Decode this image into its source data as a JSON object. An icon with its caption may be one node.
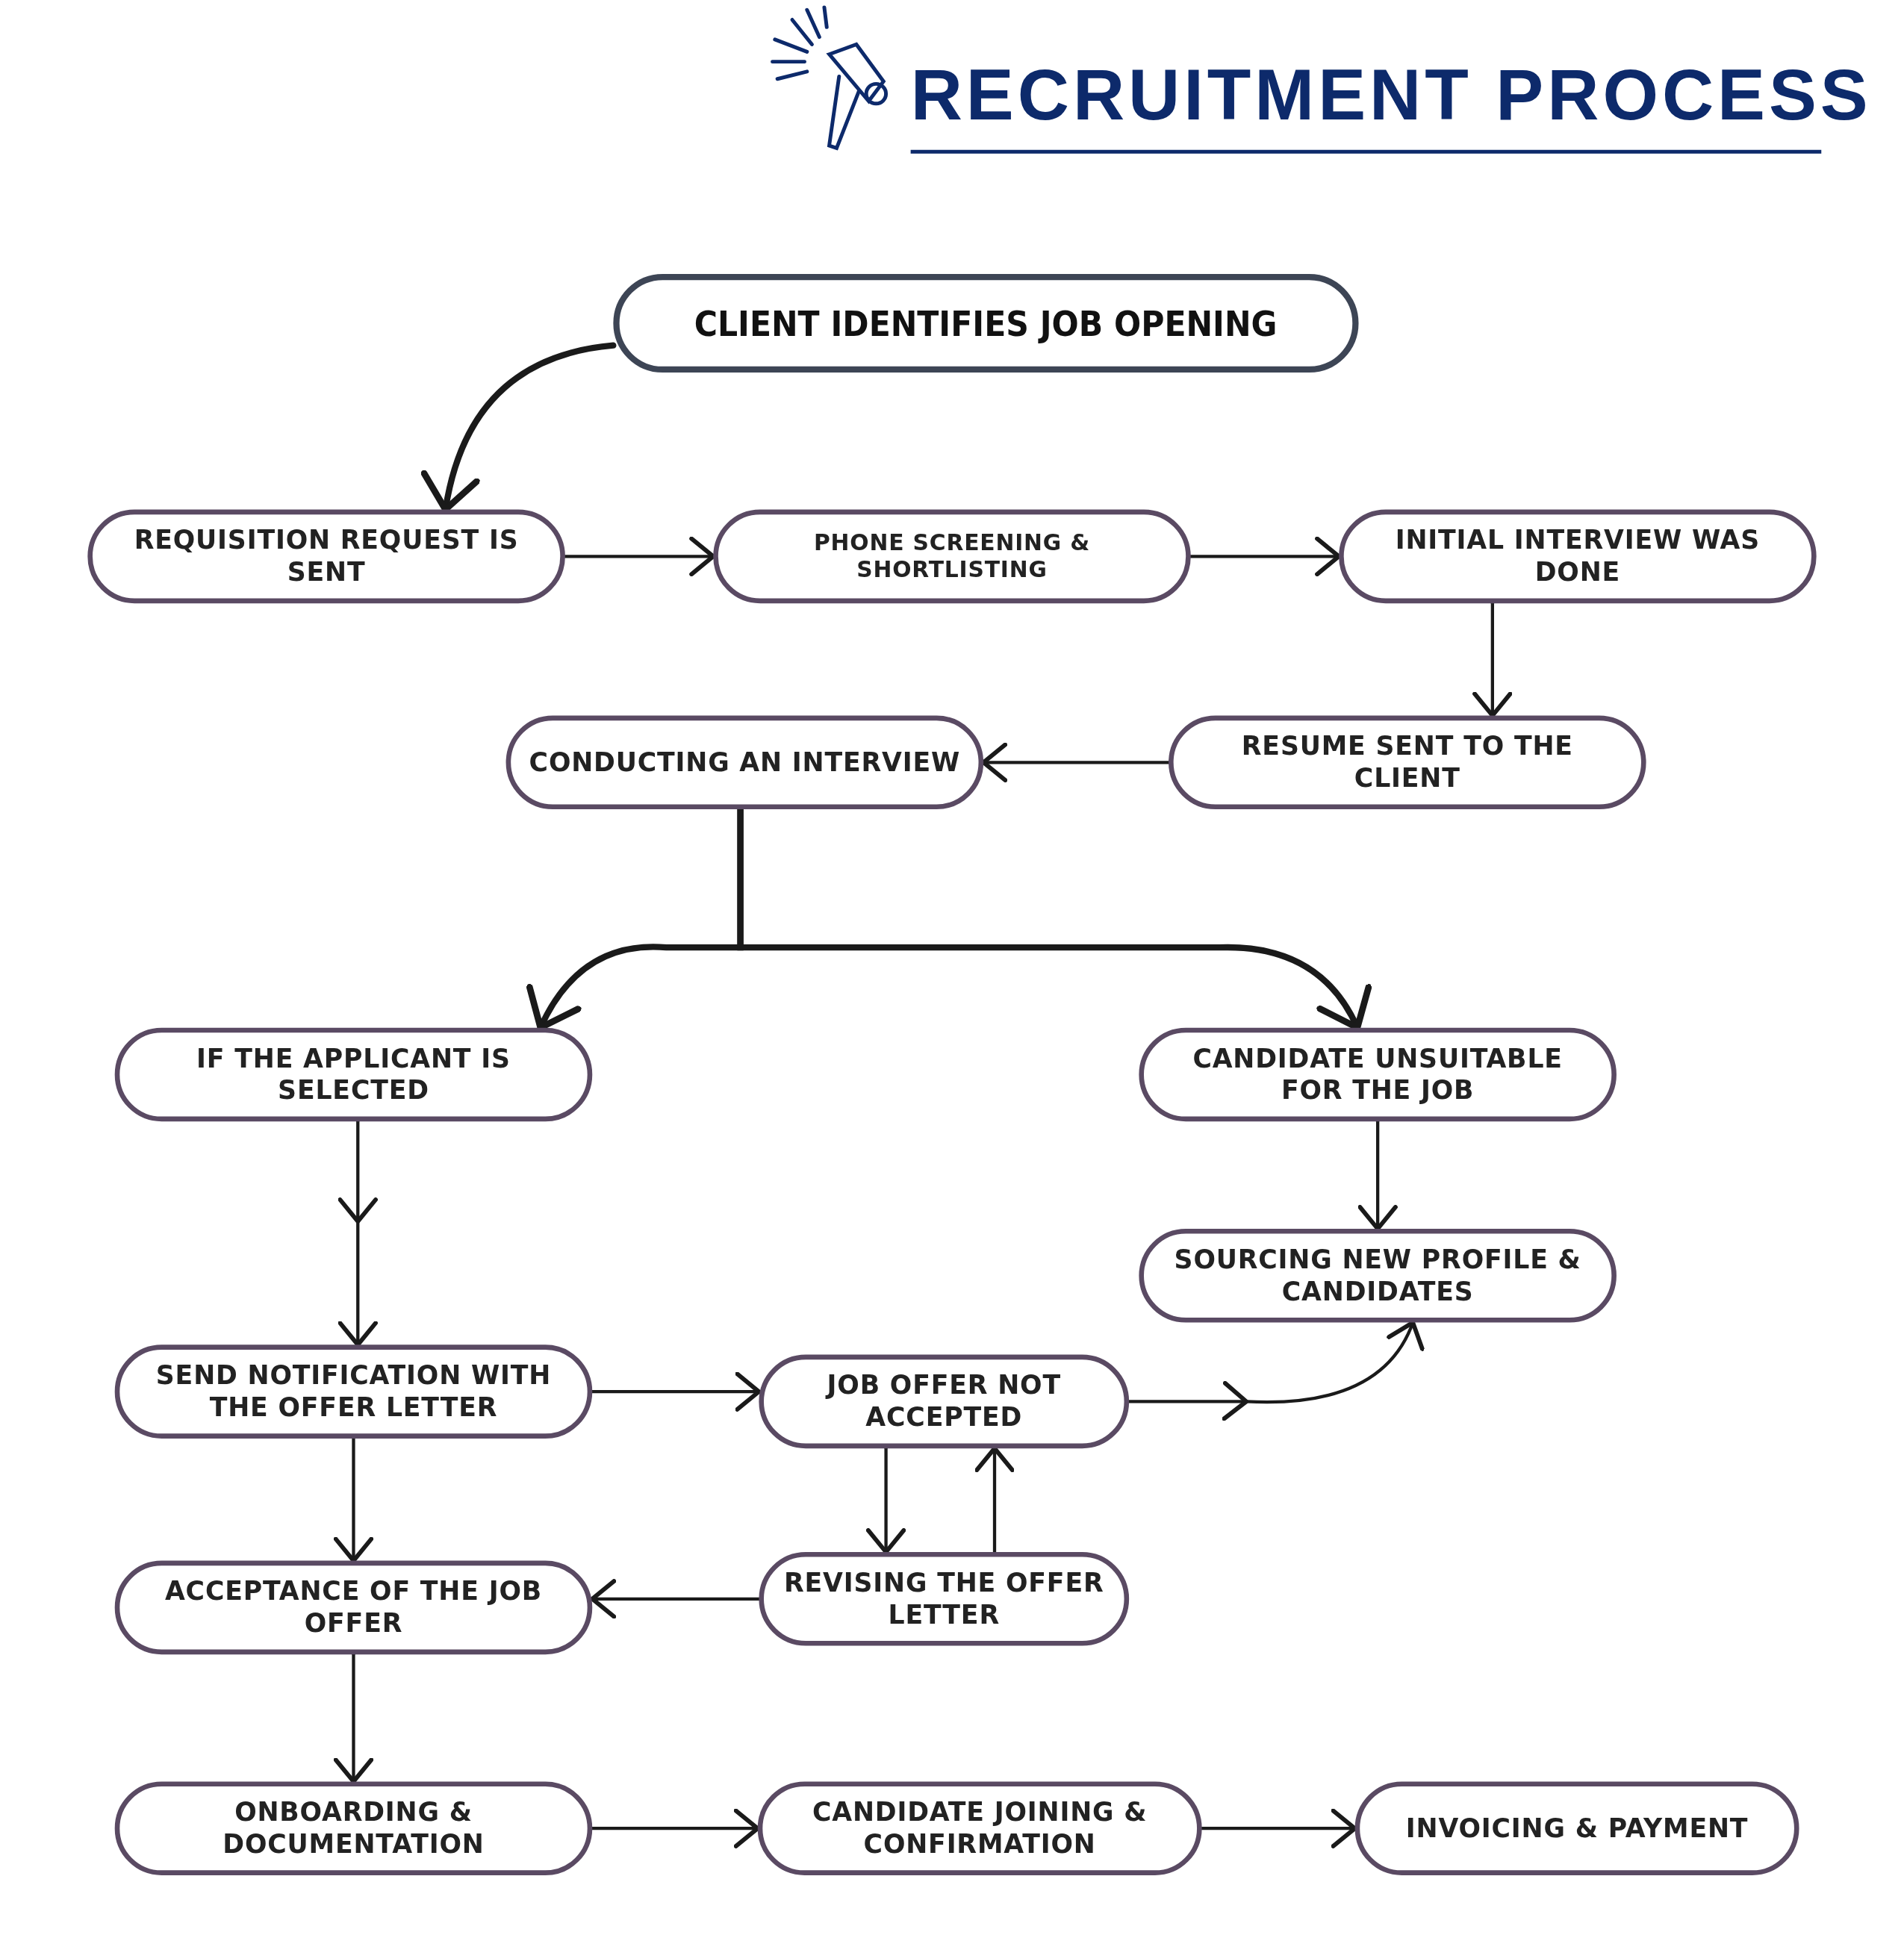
{
  "diagram": {
    "title": "RECRUITMENT PROCESS",
    "nodes": [
      {
        "text": [
          "CLIENT IDENTIFIES JOB OPENING"
        ]
      },
      {
        "text": [
          "REQUISITION REQUEST IS SENT"
        ]
      },
      {
        "text": [
          "PHONE SCREENING & SHORTLISTING"
        ]
      },
      {
        "text": [
          "INITIAL INTERVIEW WAS DONE"
        ]
      },
      {
        "text": [
          "CONDUCTING AN INTERVIEW"
        ]
      },
      {
        "text": [
          "RESUME SENT TO THE CLIENT"
        ]
      },
      {
        "text": [
          "IF THE APPLICANT IS SELECTED"
        ]
      },
      {
        "text": [
          "CANDIDATE UNSUITABLE FOR THE JOB"
        ]
      },
      {
        "text": [
          "SOURCING NEW PROFILE & CANDIDATES"
        ]
      },
      {
        "text": [
          "SEND NOTIFICATION WITH THE OFFER LETTER"
        ]
      },
      {
        "text": [
          "JOB OFFER NOT ACCEPTED"
        ]
      },
      {
        "text": [
          "ACCEPTANCE OF THE JOB OFFER"
        ]
      },
      {
        "text": [
          "REVISING THE OFFER LETTER"
        ]
      },
      {
        "text": [
          "ONBOARDING & DOCUMENTATION"
        ]
      },
      {
        "text": [
          "CANDIDATE JOINING & CONFIRMATION"
        ]
      },
      {
        "text": [
          "INVOICING & PAYMENT"
        ]
      }
    ],
    "edges": [
      {
        "from": 0,
        "to": 1,
        "arrow": "to",
        "style": "thick"
      },
      {
        "from": 1,
        "to": 2,
        "arrow": "to"
      },
      {
        "from": 2,
        "to": 3,
        "arrow": "to"
      },
      {
        "from": 3,
        "to": 5,
        "arrow": "to"
      },
      {
        "from": 5,
        "to": 4,
        "arrow": "to"
      },
      {
        "from": 4,
        "to": 6,
        "arrow": "to",
        "style": "thick"
      },
      {
        "from": 4,
        "to": 7,
        "arrow": "to",
        "style": "thick"
      },
      {
        "from": 6,
        "to": 9,
        "arrow": "to"
      },
      {
        "from": 7,
        "to": 8,
        "arrow": "to"
      },
      {
        "from": 9,
        "to": 10,
        "arrow": "to"
      },
      {
        "from": 10,
        "to": 8,
        "arrow": "to"
      },
      {
        "from": 10,
        "to": 12,
        "arrow": "to"
      },
      {
        "from": 12,
        "to": 10,
        "arrow": "to"
      },
      {
        "from": 9,
        "to": 11,
        "arrow": "to"
      },
      {
        "from": 12,
        "to": 11,
        "arrow": "to"
      },
      {
        "from": 11,
        "to": 13,
        "arrow": "to"
      },
      {
        "from": 13,
        "to": 14,
        "arrow": "to"
      },
      {
        "from": 14,
        "to": 15,
        "arrow": "to"
      }
    ]
  }
}
